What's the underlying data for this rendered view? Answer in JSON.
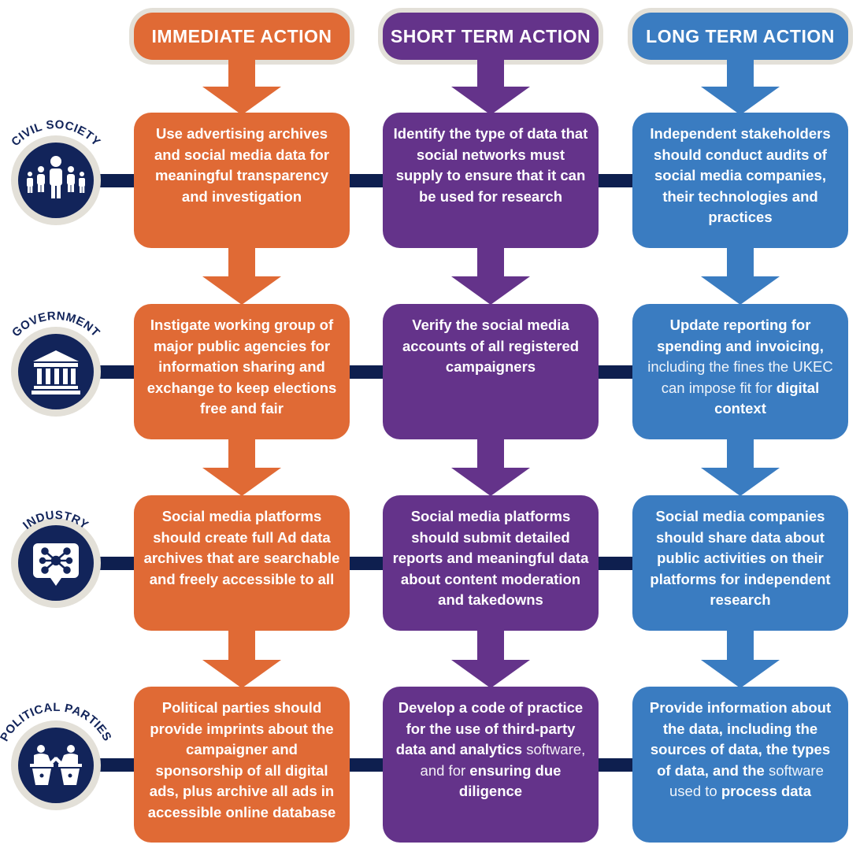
{
  "columns": [
    {
      "title": "IMMEDIATE ACTION",
      "color": "#e06a35"
    },
    {
      "title": "SHORT TERM ACTION",
      "color": "#64338a"
    },
    {
      "title": "LONG TERM ACTION",
      "color": "#3a7cc1"
    }
  ],
  "rows": [
    {
      "label": "CIVIL SOCIETY",
      "icon": "people-icon"
    },
    {
      "label": "GOVERNMENT",
      "icon": "government-building-icon"
    },
    {
      "label": "INDUSTRY",
      "icon": "network-chat-icon"
    },
    {
      "label": "POLITICAL PARTIES",
      "icon": "podium-debate-icon"
    }
  ],
  "cells": {
    "civil_immediate": "Use advertising archives and social media data for meaningful transparency and investigation",
    "civil_short": "Identify the type of data that social networks must supply to ensure that it can be used for research",
    "civil_long": "Independent stakeholders should conduct audits of social media companies, their technologies and practices",
    "gov_immediate": "Instigate working group of major public agencies for information sharing and exchange to keep elections free and fair",
    "gov_short": "Verify the social media accounts of all registered campaigners",
    "gov_long_a": "Update reporting for spending and invoicing,",
    "gov_long_b": "including the fines the UKEC can impose fit for",
    "gov_long_c": "digital context",
    "ind_immediate": "Social media platforms should create full Ad data archives that are searchable and freely accessible to all",
    "ind_short": "Social media platforms should submit detailed reports and meaningful data about content moderation and takedowns",
    "ind_long": "Social media companies should share data about public activities on their platforms for independent research",
    "pol_immediate": "Political parties should provide imprints  about the campaigner and sponsorship of all digital ads, plus archive all ads in accessible online database",
    "pol_short_a": "Develop a code of practice for the use of third-party data and analytics",
    "pol_short_b": "software, and for",
    "pol_short_c": "ensuring due diligence",
    "pol_long_a": "Provide information about the data, including the sources of data, the types of data, and the",
    "pol_long_b": "software used to",
    "pol_long_c": "process data"
  }
}
